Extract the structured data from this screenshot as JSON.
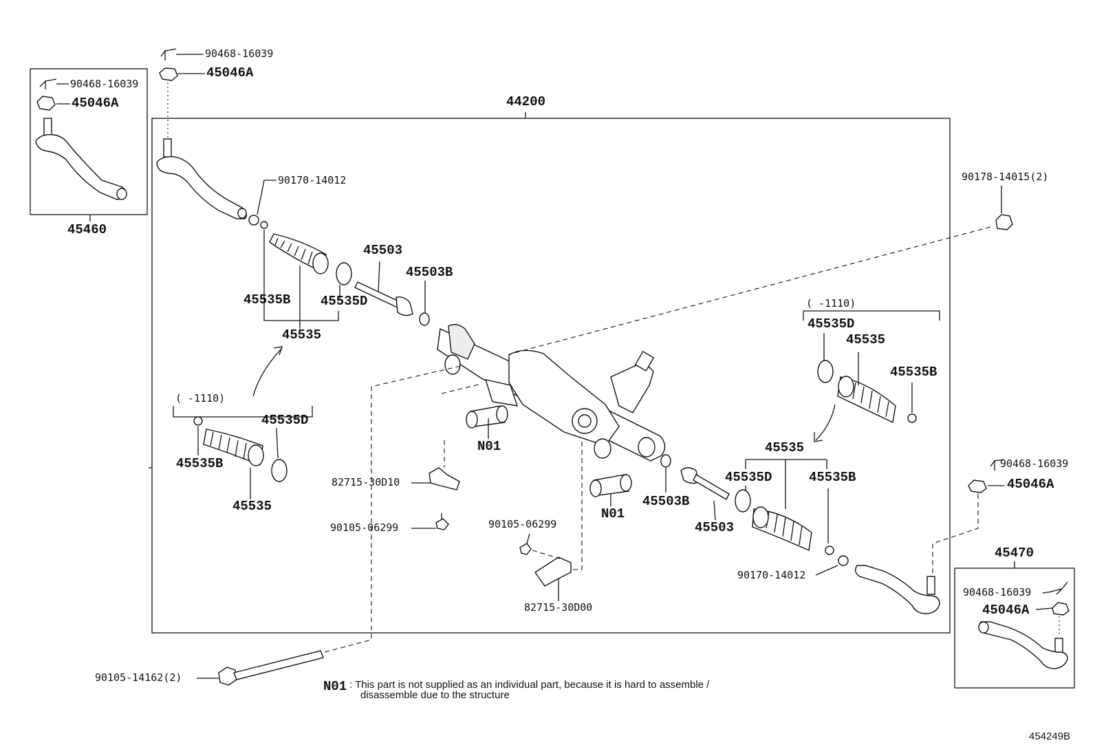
{
  "labels": {
    "assy": "44200",
    "bolt_tl": "90468-16039",
    "nut_tl": "45046A",
    "box_l_bolt": "90468-16039",
    "box_l_nut": "45046A",
    "box_l_part": "45460",
    "clip_l": "90170-14012",
    "rod_l": "45503",
    "wash_l": "45503B",
    "clampB_l": "45535B",
    "clampD_l": "45535D",
    "boot_l": "45535",
    "range_l": "(      -1110)",
    "sub_l_D": "45535D",
    "sub_l_B": "45535B",
    "sub_l_boot": "45535",
    "n01_a": "N01",
    "n01_b": "N01",
    "bracket_a": "82715-30D10",
    "screw_a": "90105-06299",
    "screw_b": "90105-06299",
    "bracket_b": "82715-30D00",
    "wash_r": "45503B",
    "rod_r": "45503",
    "bolt_long": "90105-14162(2)",
    "nut_tr": "90178-14015(2)",
    "range_r": "(      -1110)",
    "sub_r_D": "45535D",
    "sub_r_boot": "45535",
    "sub_r_B": "45535B",
    "boot_r": "45535",
    "clampD_r": "45535D",
    "clampB_r": "45535B",
    "clip_r": "90170-14012",
    "bolt_r": "90468-16039",
    "nut_r": "45046A",
    "box_r_part": "45470",
    "box_r_bolt": "90468-16039",
    "box_r_nut": "45046A"
  },
  "note": {
    "tag": "N01",
    "line1": ": This part is not supplied as an individual part, because it is hard to assemble /",
    "line2": "disassemble due to the structure"
  },
  "diagram_code": "454249B"
}
